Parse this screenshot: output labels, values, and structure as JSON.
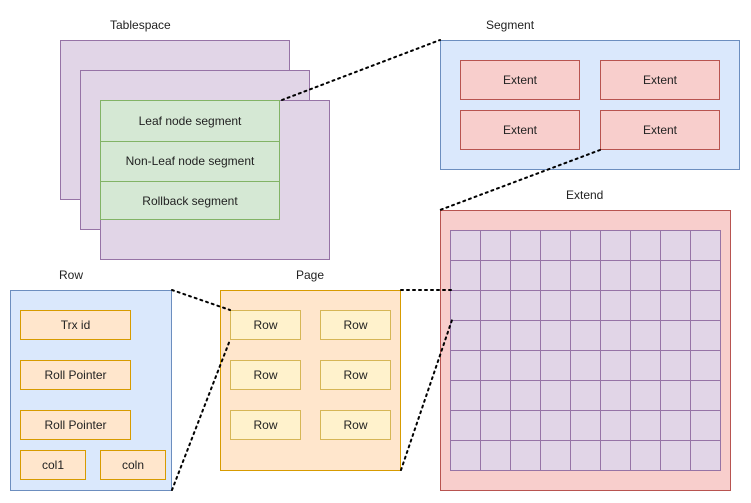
{
  "tablespace": {
    "title": "Tablespace",
    "segments": [
      "Leaf node segment",
      "Non-Leaf node segment",
      "Rollback segment"
    ]
  },
  "segment": {
    "title": "Segment",
    "extents": [
      "Extent",
      "Extent",
      "Extent",
      "Extent"
    ]
  },
  "extend": {
    "title": "Extend",
    "grid_cols": 9,
    "grid_rows": 8
  },
  "page": {
    "title": "Page",
    "rows": [
      "Row",
      "Row",
      "Row",
      "Row",
      "Row",
      "Row"
    ]
  },
  "row": {
    "title": "Row",
    "fields": [
      "Trx id",
      "Roll Pointer",
      "Roll Pointer"
    ],
    "cols": [
      "col1",
      "coln"
    ]
  }
}
